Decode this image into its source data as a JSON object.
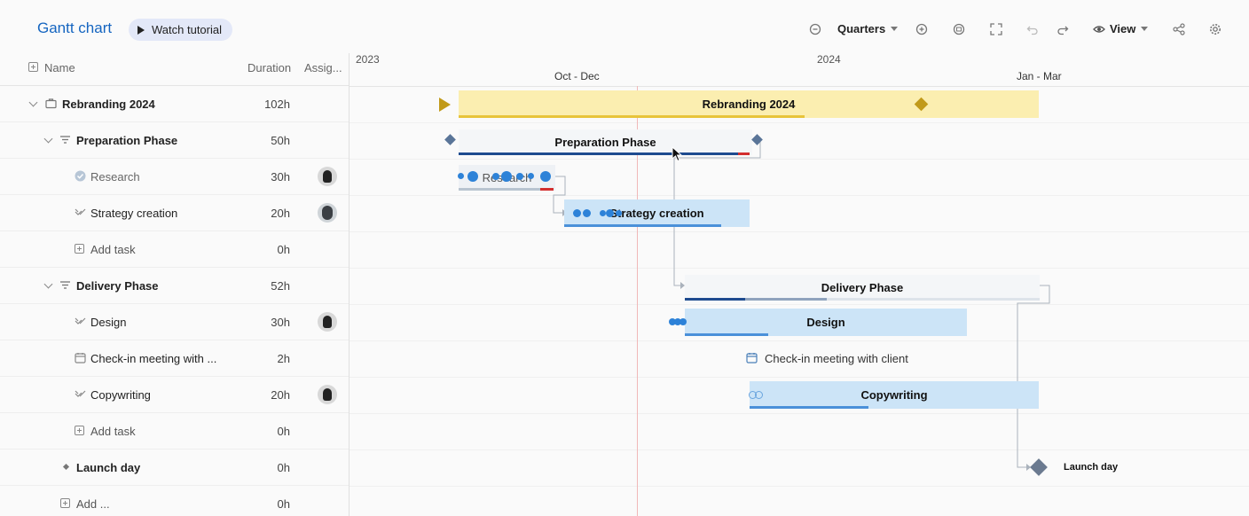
{
  "header": {
    "title": "Gantt chart",
    "tutorial_label": "Watch tutorial",
    "zoom_level": "Quarters",
    "view_label": "View"
  },
  "grid": {
    "col_name": "Name",
    "col_duration": "Duration",
    "col_assignee": "Assig..."
  },
  "rows": [
    {
      "name": "Rebranding 2024",
      "duration": "102h"
    },
    {
      "name": "Preparation Phase",
      "duration": "50h"
    },
    {
      "name": "Research",
      "duration": "30h"
    },
    {
      "name": "Strategy creation",
      "duration": "20h"
    },
    {
      "name": "Add task",
      "duration": "0h"
    },
    {
      "name": "Delivery Phase",
      "duration": "52h"
    },
    {
      "name": "Design",
      "duration": "30h"
    },
    {
      "name": "Check-in meeting with ...",
      "duration": "2h"
    },
    {
      "name": "Copywriting",
      "duration": "20h"
    },
    {
      "name": "Add task",
      "duration": "0h"
    },
    {
      "name": "Launch day",
      "duration": "0h"
    },
    {
      "name": "Add ...",
      "duration": "0h"
    }
  ],
  "timeline": {
    "year1": "2023",
    "year2": "2024",
    "quarter1": "Oct - Dec",
    "quarter2": "Jan - Mar"
  },
  "bars": {
    "rebranding": "Rebranding 2024",
    "preparation": "Preparation Phase",
    "research": "Research",
    "strategy": "Strategy creation",
    "delivery": "Delivery Phase",
    "design": "Design",
    "checkin": "Check-in meeting with client",
    "copywriting": "Copywriting",
    "launch": "Launch day"
  },
  "colors": {
    "accent": "#1565c0",
    "project_bar": "#fbeeb0",
    "project_progress": "#e8c43a",
    "task_bar": "#cce4f7",
    "task_progress": "#4a90d9",
    "phase_progress": "#1e4b8f",
    "milestone": "#6b7a90",
    "project_milestone": "#c19a1a"
  }
}
